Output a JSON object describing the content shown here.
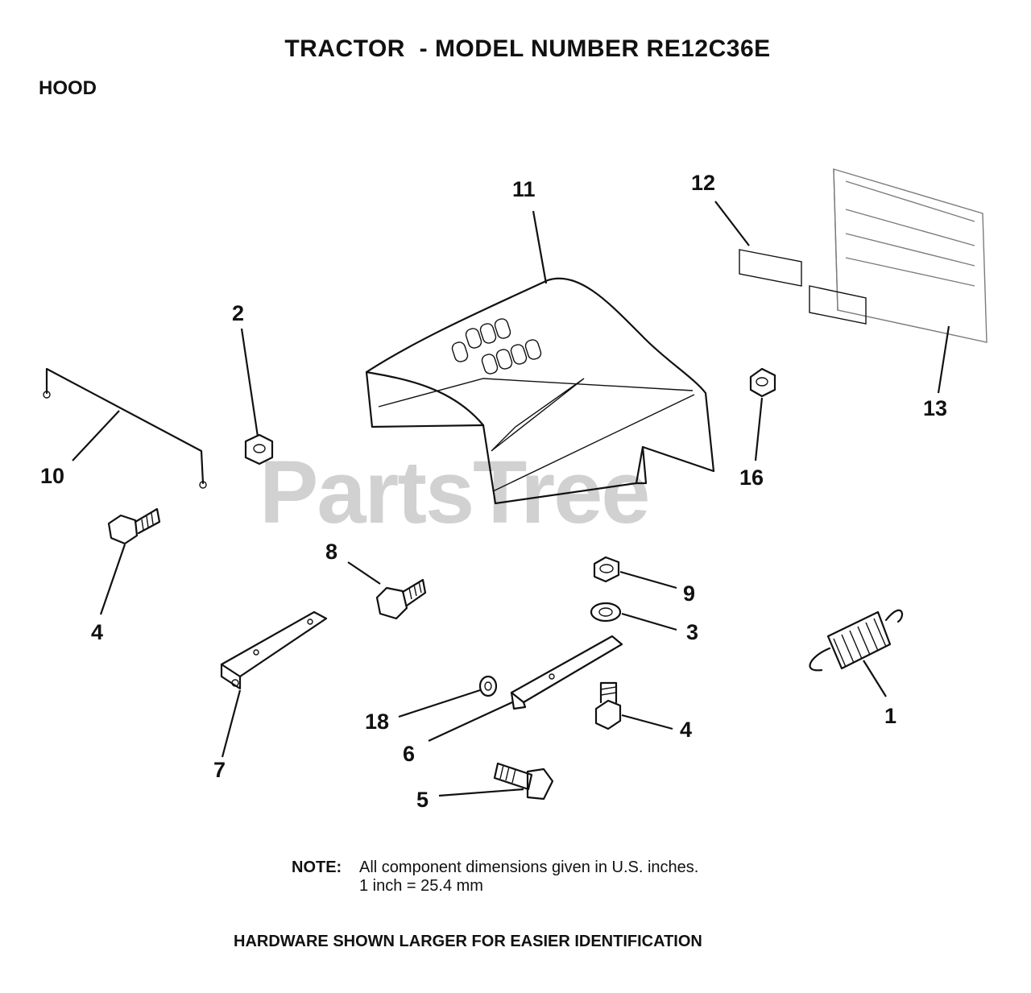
{
  "title": "TRACTOR  - MODEL NUMBER RE12C36E",
  "section": "HOOD",
  "watermark": "PartsTree",
  "note": {
    "label": "NOTE:",
    "line1": "All component dimensions given in U.S. inches.",
    "line2": "1 inch = 25.4 mm"
  },
  "footer": "HARDWARE SHOWN LARGER FOR EASIER IDENTIFICATION",
  "callouts": {
    "c1": "1",
    "c2": "2",
    "c3": "3",
    "c4a": "4",
    "c4b": "4",
    "c5": "5",
    "c6": "6",
    "c7": "7",
    "c8": "8",
    "c9": "9",
    "c10": "10",
    "c11": "11",
    "c12": "12",
    "c13": "13",
    "c16": "16",
    "c18": "18"
  }
}
